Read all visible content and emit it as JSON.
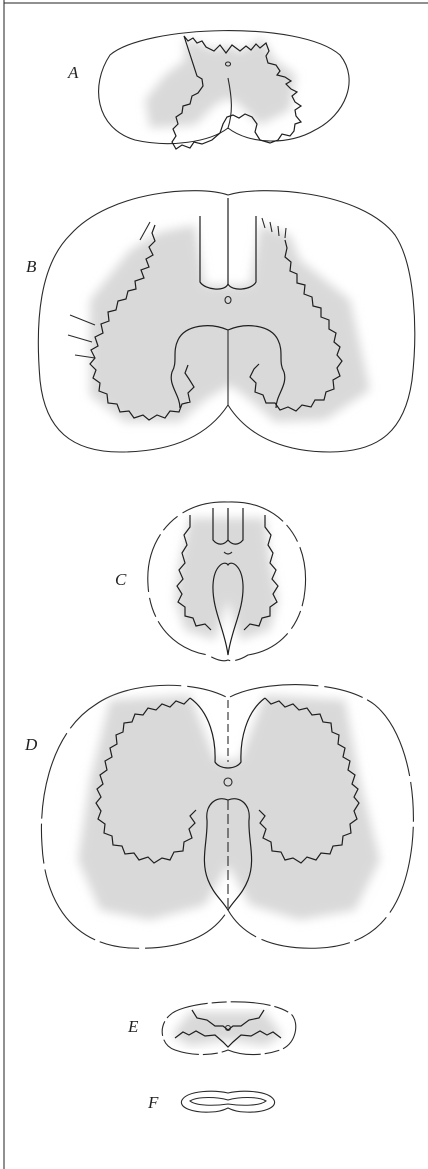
{
  "figures": [
    {
      "id": "A",
      "label": "A"
    },
    {
      "id": "B",
      "label": "B"
    },
    {
      "id": "C",
      "label": "C"
    },
    {
      "id": "D",
      "label": "D"
    },
    {
      "id": "E",
      "label": "E"
    },
    {
      "id": "F",
      "label": "F"
    }
  ],
  "colors": {
    "grey_matter": "#d9d9d9",
    "line": "#2a2a2a",
    "background": "#ffffff"
  }
}
